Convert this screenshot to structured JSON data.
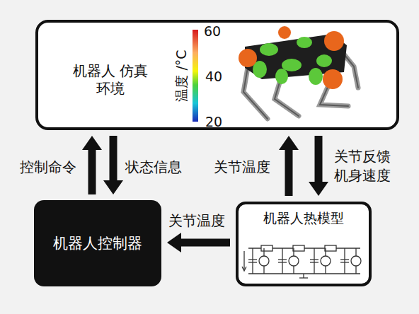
{
  "diagram": {
    "nodes": [
      {
        "text": [
          "机器人 仿真环境"
        ]
      },
      {
        "text": [
          "机器人控制器"
        ]
      },
      {
        "text": [
          "机器人热模型"
        ]
      }
    ],
    "edges": [
      {
        "from": 1,
        "to": 0,
        "arrow": "to",
        "label": "控制命令"
      },
      {
        "from": 0,
        "to": 1,
        "arrow": "to",
        "label": "状态信息"
      },
      {
        "from": 2,
        "to": 0,
        "arrow": "to",
        "label": "关节温度"
      },
      {
        "from": 0,
        "to": 2,
        "arrow": "to",
        "label": "关节反馈 机身速度"
      },
      {
        "from": 2,
        "to": 1,
        "arrow": "to",
        "label": "关节温度"
      }
    ],
    "labels": [
      "温度 /°C",
      "60",
      "40",
      "20"
    ]
  }
}
